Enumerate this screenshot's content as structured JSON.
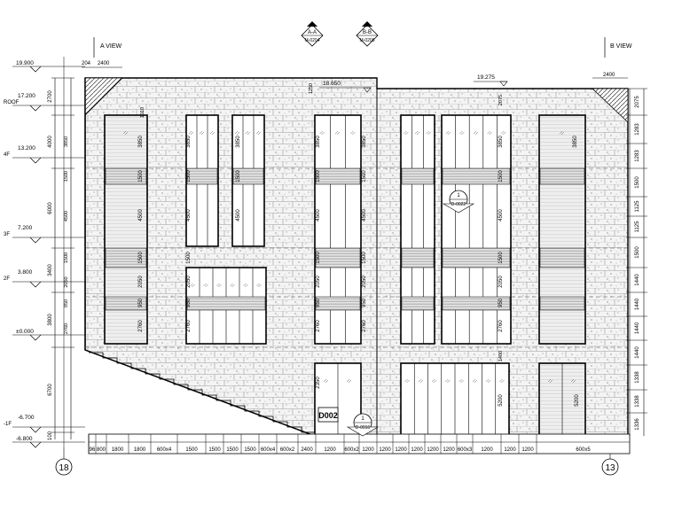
{
  "views": {
    "a": "A VIEW",
    "b": "B VIEW"
  },
  "section_markers": [
    {
      "top": "A-A",
      "bottom": "M-0204"
    },
    {
      "top": "B-B",
      "bottom": "M-0205"
    }
  ],
  "levels": [
    {
      "label": "",
      "value": "19.900"
    },
    {
      "label": "ROOF",
      "value": "17.200"
    },
    {
      "label": "4F",
      "value": "13.200"
    },
    {
      "label": "3F",
      "value": "7.200"
    },
    {
      "label": "2F",
      "value": "3.800"
    },
    {
      "label": "",
      "value": "±0.000"
    },
    {
      "label": "-1F",
      "value": "-6.700"
    },
    {
      "label": "",
      "value": "-6.800"
    }
  ],
  "left_dims": [
    "2700",
    "4000",
    "6000",
    "3400",
    "3800",
    "6700",
    "100"
  ],
  "left_inner_dims": [
    "3850",
    "1500",
    "4500",
    "1500",
    "2050",
    "950",
    "2760"
  ],
  "top_dims": [
    "204",
    "2400"
  ],
  "top_right_dim": "2400",
  "spot_levels": [
    "18.650",
    "19.275"
  ],
  "window_dims": [
    "3850",
    "1500",
    "4500",
    "1500",
    "2050",
    "950",
    "2760",
    "1010",
    "2840",
    "2350",
    "1400",
    "5200",
    "1250",
    "2075"
  ],
  "right_dims": [
    "2075",
    "1283",
    "1283",
    "1500",
    "1125",
    "1125",
    "1500",
    "1440",
    "1440",
    "1440",
    "1440",
    "1338",
    "1338",
    "1336"
  ],
  "bottom_dims": [
    "96",
    "800",
    "1800",
    "1800",
    "600x4",
    "1500",
    "1500",
    "1500",
    "1500",
    "600x4",
    "600x2",
    "2400",
    "1200",
    "600x2",
    "1200",
    "1200",
    "1200",
    "1200",
    "1200",
    "1200",
    "600x3",
    "1200",
    "1200",
    "1200",
    "600x5"
  ],
  "detail_callouts": [
    {
      "num": "1",
      "ref": "D-0022"
    },
    {
      "num": "1",
      "ref": "D-0016"
    }
  ],
  "door_tag": "D002",
  "grid_labels": {
    "left": "18",
    "right": "13"
  }
}
